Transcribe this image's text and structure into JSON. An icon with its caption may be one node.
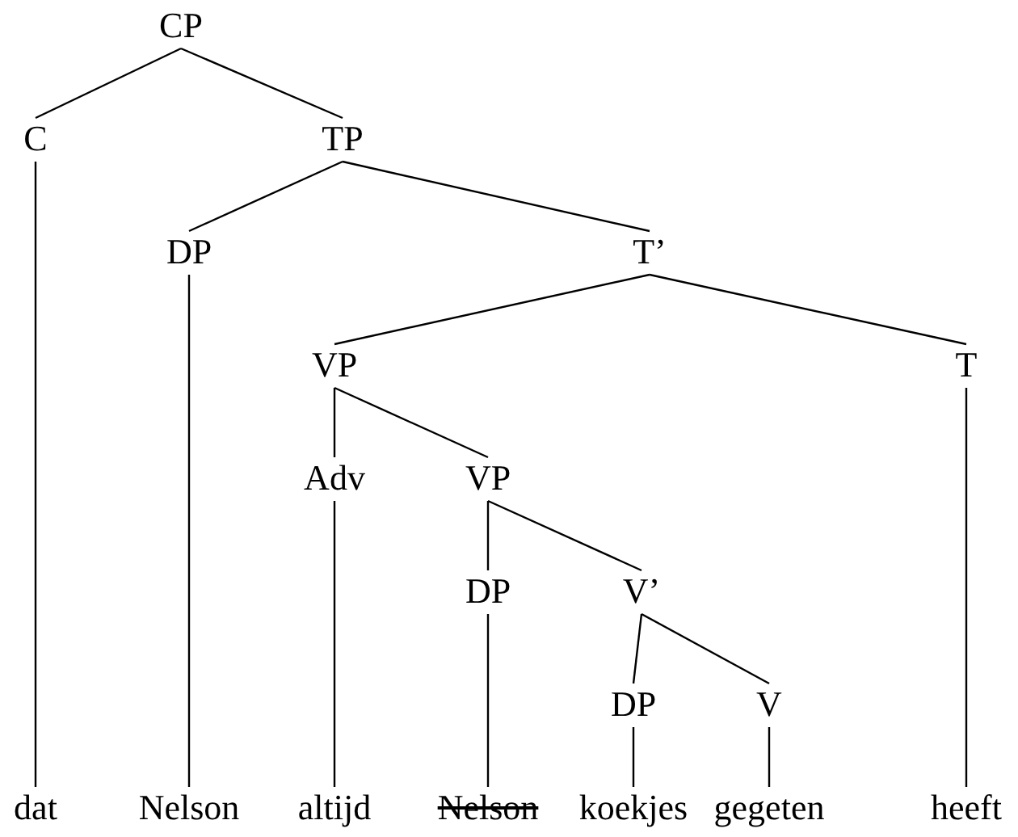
{
  "diagram": {
    "nodes": [
      {
        "text": [
          "CP"
        ]
      },
      {
        "text": [
          "C"
        ]
      },
      {
        "text": [
          "TP"
        ]
      },
      {
        "text": [
          "DP"
        ]
      },
      {
        "text": [
          "T’"
        ]
      },
      {
        "text": [
          "VP"
        ]
      },
      {
        "text": [
          "T"
        ]
      },
      {
        "text": [
          "Adv"
        ]
      },
      {
        "text": [
          "VP"
        ]
      },
      {
        "text": [
          "DP"
        ]
      },
      {
        "text": [
          "V’"
        ]
      },
      {
        "text": [
          "DP"
        ]
      },
      {
        "text": [
          "V"
        ]
      },
      {
        "text": [
          "dat"
        ]
      },
      {
        "text": [
          "Nelson"
        ]
      },
      {
        "text": [
          "altijd"
        ]
      },
      {
        "text": [
          "Nelson"
        ]
      },
      {
        "text": [
          "koekjes"
        ]
      },
      {
        "text": [
          "gegeten"
        ]
      },
      {
        "text": [
          "heeft"
        ]
      }
    ],
    "edges": [
      {
        "from": 0,
        "to": 1,
        "arrow": "none"
      },
      {
        "from": 0,
        "to": 2,
        "arrow": "none"
      },
      {
        "from": 2,
        "to": 3,
        "arrow": "none"
      },
      {
        "from": 2,
        "to": 4,
        "arrow": "none"
      },
      {
        "from": 4,
        "to": 5,
        "arrow": "none"
      },
      {
        "from": 4,
        "to": 6,
        "arrow": "none"
      },
      {
        "from": 5,
        "to": 7,
        "arrow": "none"
      },
      {
        "from": 5,
        "to": 8,
        "arrow": "none"
      },
      {
        "from": 8,
        "to": 9,
        "arrow": "none"
      },
      {
        "from": 8,
        "to": 10,
        "arrow": "none"
      },
      {
        "from": 10,
        "to": 11,
        "arrow": "none"
      },
      {
        "from": 10,
        "to": 12,
        "arrow": "none"
      },
      {
        "from": 1,
        "to": 13,
        "arrow": "none"
      },
      {
        "from": 3,
        "to": 14,
        "arrow": "none"
      },
      {
        "from": 7,
        "to": 15,
        "arrow": "none"
      },
      {
        "from": 9,
        "to": 16,
        "arrow": "none"
      },
      {
        "from": 11,
        "to": 17,
        "arrow": "none"
      },
      {
        "from": 12,
        "to": 18,
        "arrow": "none"
      },
      {
        "from": 6,
        "to": 19,
        "arrow": "none"
      }
    ]
  }
}
